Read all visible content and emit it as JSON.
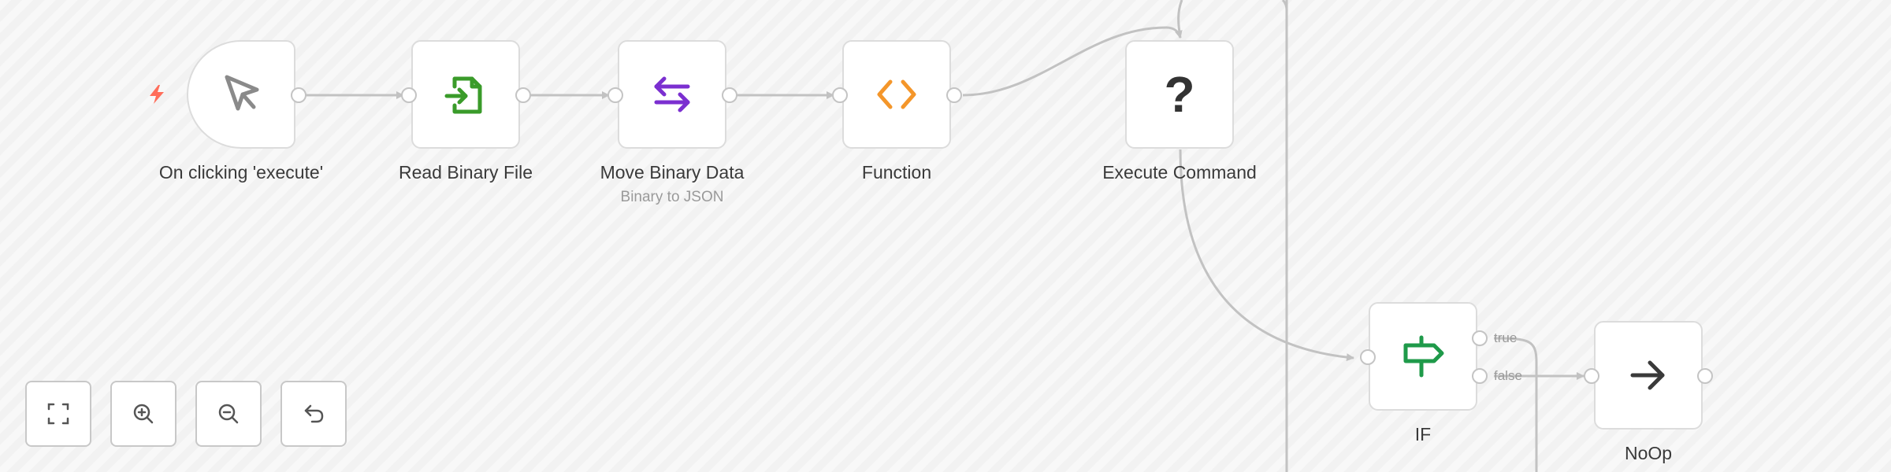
{
  "canvas": {
    "background": "#f6f6f6",
    "edge_color": "#c2c2c2"
  },
  "nodes": [
    {
      "id": "trigger",
      "label": "On clicking 'execute'",
      "subtitle": "",
      "icon": "cursor-pointer-icon",
      "color": "#8a8a8a"
    },
    {
      "id": "read-binary-file",
      "label": "Read Binary File",
      "subtitle": "",
      "icon": "file-import-icon",
      "color": "#3a9b2a"
    },
    {
      "id": "move-binary-data",
      "label": "Move Binary Data",
      "subtitle": "Binary to JSON",
      "icon": "exchange-arrows-icon",
      "color": "#7b2fd0"
    },
    {
      "id": "function",
      "label": "Function",
      "subtitle": "",
      "icon": "code-brackets-icon",
      "color": "#f4962a"
    },
    {
      "id": "execute-command",
      "label": "Execute Command",
      "subtitle": "",
      "icon": "question-mark-icon",
      "color": "#333333"
    },
    {
      "id": "if",
      "label": "IF",
      "subtitle": "",
      "icon": "signpost-icon",
      "color": "#1f9a4a"
    },
    {
      "id": "noop",
      "label": "NoOp",
      "subtitle": "",
      "icon": "arrow-right-icon",
      "color": "#3a3a3a"
    }
  ],
  "if_outputs": {
    "true_label": "true",
    "false_label": "false"
  },
  "icons": {
    "question_mark": "?"
  },
  "zoom_controls": [
    {
      "id": "fit-view",
      "icon": "fullscreen-icon"
    },
    {
      "id": "zoom-in",
      "icon": "zoom-in-icon"
    },
    {
      "id": "zoom-out",
      "icon": "zoom-out-icon"
    },
    {
      "id": "reset-zoom",
      "icon": "undo-icon"
    }
  ],
  "trigger_indicator": {
    "icon": "lightning-bolt-icon",
    "color": "#ff6d5a"
  }
}
